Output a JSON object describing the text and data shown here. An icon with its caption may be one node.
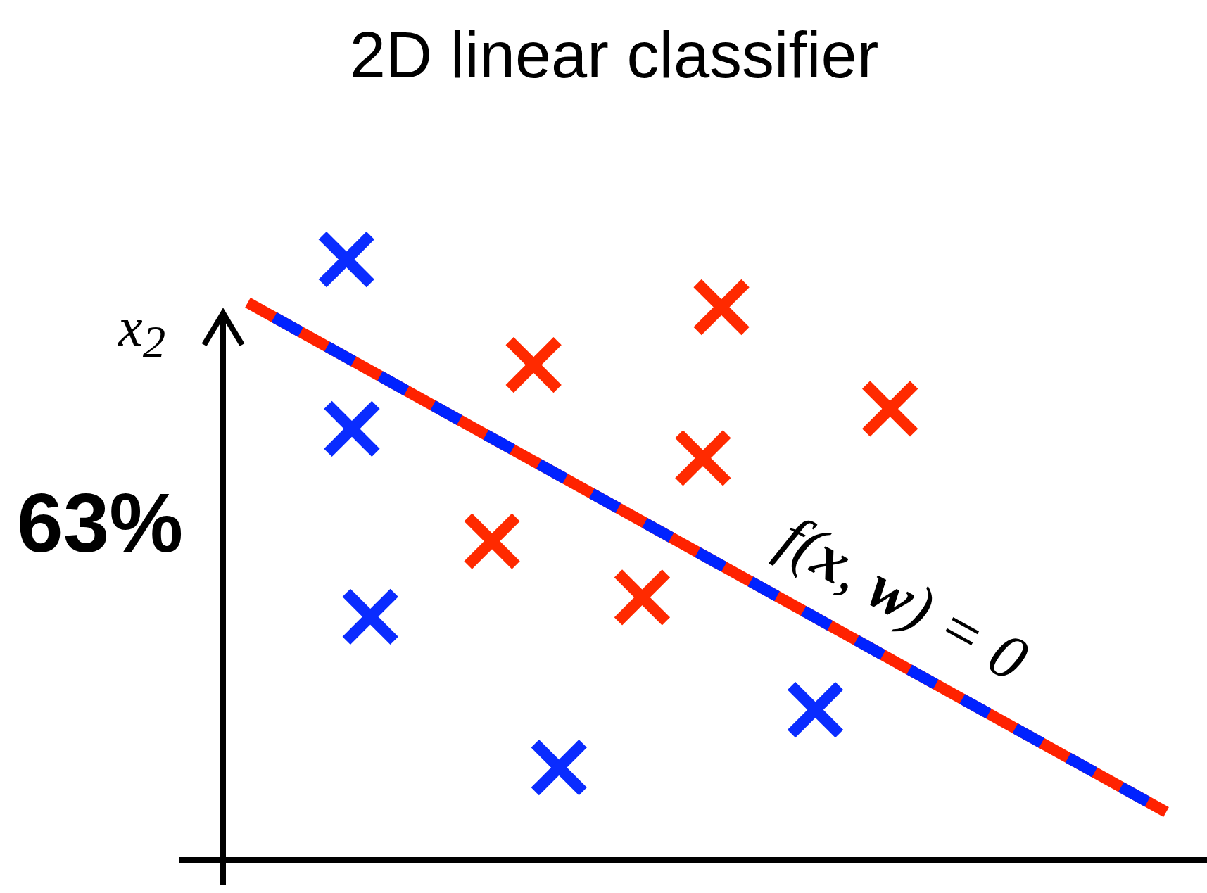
{
  "diagram": {
    "title": "2D linear classifier",
    "labels": [
      "x$_{2}$",
      "63%",
      "f(**x**, **w**) = 0"
    ]
  }
}
